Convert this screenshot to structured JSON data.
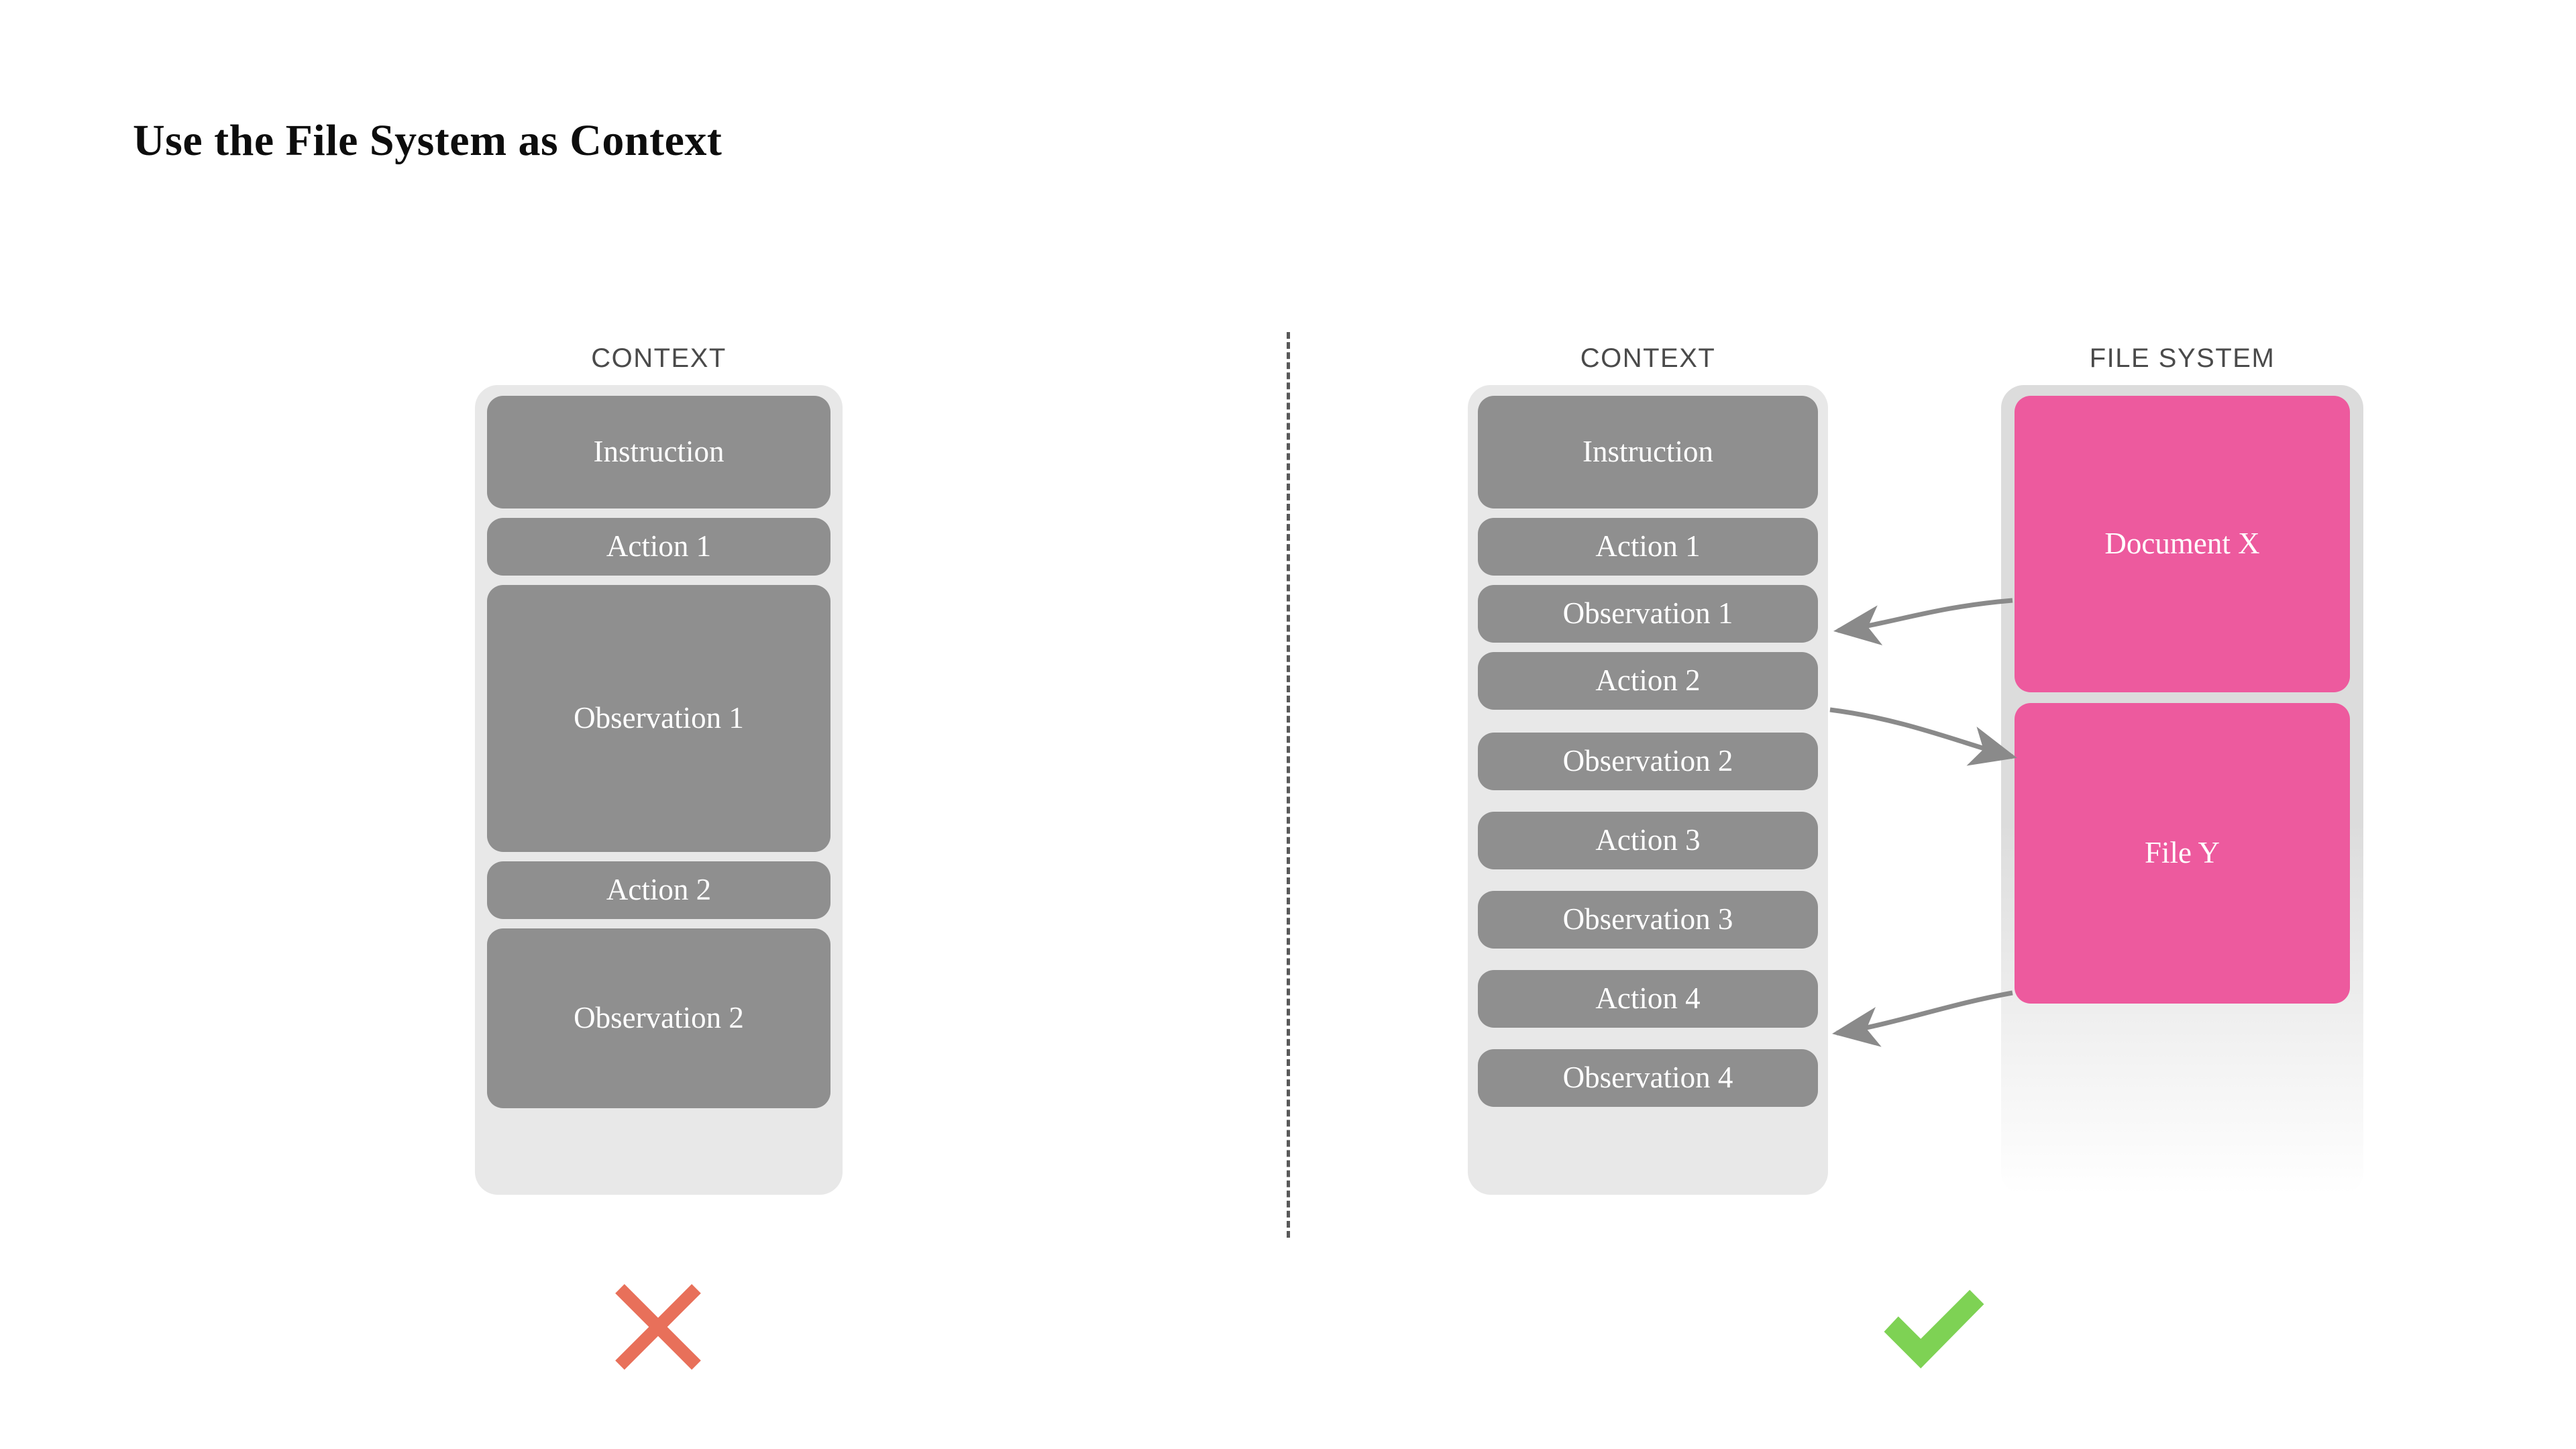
{
  "title": "Use the File System as Context",
  "colors": {
    "pink": "#ed5a9e",
    "gray_block": "#8f8f8f",
    "context_bg": "#e8e8e8",
    "filesystem_bg": "#dcdcdc",
    "cross_red": "#e8705a",
    "check_green": "#7ed254",
    "caption_text": "#4a4a4a",
    "arrow_gray": "#8a8a8a"
  },
  "left_panel": {
    "caption": "CONTEXT",
    "verdict": "cross",
    "items": [
      {
        "label": "Instruction"
      },
      {
        "label": "Action 1"
      },
      {
        "label": "Observation 1"
      },
      {
        "label": "Action 2"
      },
      {
        "label": "Observation 2"
      }
    ]
  },
  "right_panel": {
    "caption": "CONTEXT",
    "verdict": "check",
    "items": [
      {
        "label": "Instruction"
      },
      {
        "label": "Action 1"
      },
      {
        "label": "Observation 1"
      },
      {
        "label": "Action 2"
      },
      {
        "label": "Observation 2"
      },
      {
        "label": "Action 3"
      },
      {
        "label": "Observation 3"
      },
      {
        "label": "Action 4"
      },
      {
        "label": "Observation 4"
      }
    ]
  },
  "file_system": {
    "caption": "FILE SYSTEM",
    "items": [
      {
        "label": "Document X"
      },
      {
        "label": "File Y"
      }
    ]
  },
  "arrows": [
    {
      "from": "Document X",
      "to": "Observation 1",
      "direction": "left"
    },
    {
      "from": "Action 2",
      "to": "File Y",
      "direction": "right"
    },
    {
      "from": "File Y",
      "to": "Action 4",
      "direction": "left"
    }
  ]
}
